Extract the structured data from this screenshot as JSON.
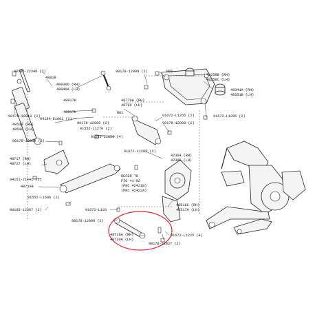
{
  "labels": {
    "p90105_12348": "90105-12348 (2)",
    "p48818": "48818",
    "p48830": "48830D (RH)",
    "p48840": "48840A (LH)",
    "p90178_12009_a": "90178-12009 (2)",
    "pN01_a": "N01",
    "p48258": "48258B (RH)",
    "p48258c": "48258C (LH)",
    "p48817_a": "48817H",
    "p48341": "48341A (RH)",
    "p48351": "48351B (LH)",
    "p90178_12018": "90178-12018 (2)",
    "p48817_b": "48817H",
    "p48770": "48770A (RH)",
    "p48790": "48790 (LH)",
    "p94184": "94184-61001 (2)",
    "pN01_b": "N01",
    "p91672_l1265": "91672-L1265 (2)",
    "p90178_12009_b": "90178-12009 (2)",
    "p91552_l1270": "91552-L1270 (2)",
    "p48530": "48530 (RH)",
    "p48540": "48540 (LH)",
    "p90178_12009_c": "90178-12009 (2)",
    "p91672_l1285": "91672-L1285 (2)",
    "p90178_12009_d": "90178-12009 (2)",
    "p91553_l1650": "91553-L1650 (4)",
    "p48717": "48717 (RH)",
    "p48727": "48727 (LH)",
    "p91672_l1285_b": "91672-L1285 (2)",
    "p42304": "42304 (RH)",
    "p42305": "42305 (LH)",
    "p94151": "94151-21441 (2)",
    "p48710b": "48710B",
    "p91552_l1680": "91552-L1680 (2)",
    "refer": "REFER TO",
    "fig": "FIG 41-02",
    "pnc1": "(PNC 42421B)",
    "pnc2": "(PNC 42422A)",
    "p90105_12367": "90105-12367 (2)",
    "p91672_l126": "91672-L126",
    "p48516": "48516C (RH)",
    "p48517": "48517A (LH)",
    "p90178_12009_e": "90178-12009 (2)",
    "p48710a": "48710A (RH)",
    "p48720a": "48720A (LH)",
    "p90178_12027": "90178-12027 (2)",
    "p91672_l1225": "91672-L1225 (4)"
  },
  "highlight_color": "#e8232a",
  "line_color": "#222222"
}
